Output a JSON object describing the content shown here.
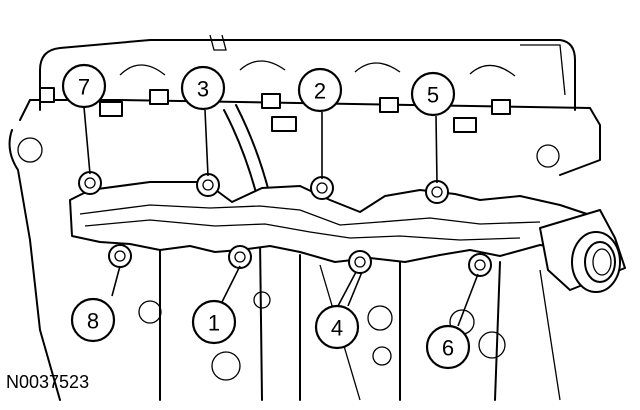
{
  "figure_code": "N0037523",
  "callouts": [
    "7",
    "3",
    "2",
    "5",
    "8",
    "1",
    "4",
    "6"
  ]
}
